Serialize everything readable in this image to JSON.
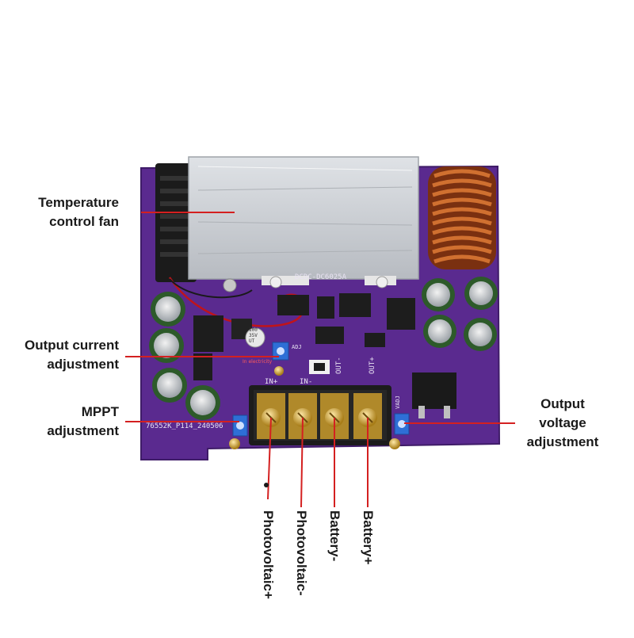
{
  "labels": {
    "temperature_fan": [
      "Temperature",
      "control fan"
    ],
    "output_current": [
      "Output current",
      "adjustment"
    ],
    "mppt": [
      "MPPT",
      "adjustment"
    ],
    "output_voltage": [
      "Output",
      "voltage",
      "adjustment"
    ],
    "photovoltaic_plus": "Photovoltaic+",
    "photovoltaic_minus": "Photovoltaic-",
    "battery_minus": "Battery-",
    "battery_plus": "Battery+"
  },
  "board_silkscreen": {
    "model": "DCDC-DC6025A",
    "part_code": "76552K_P114_240506",
    "out_minus": "OUT-",
    "out_plus": "OUT+",
    "in_minus": "IN-",
    "in_plus": "IN+",
    "adj": "ADJ",
    "vadj": "VADJ",
    "indicator_text": "In electricity",
    "cap_marking": [
      "100",
      "35V",
      "UT"
    ]
  },
  "colors": {
    "pcb": "#5a2a8f",
    "annotation_line": "#d42020",
    "heatsink": "#c9ccd1",
    "trimpot": "#2e6fd6",
    "terminal_block": "#1c1c1c",
    "inductor_copper": "#b5541e"
  }
}
